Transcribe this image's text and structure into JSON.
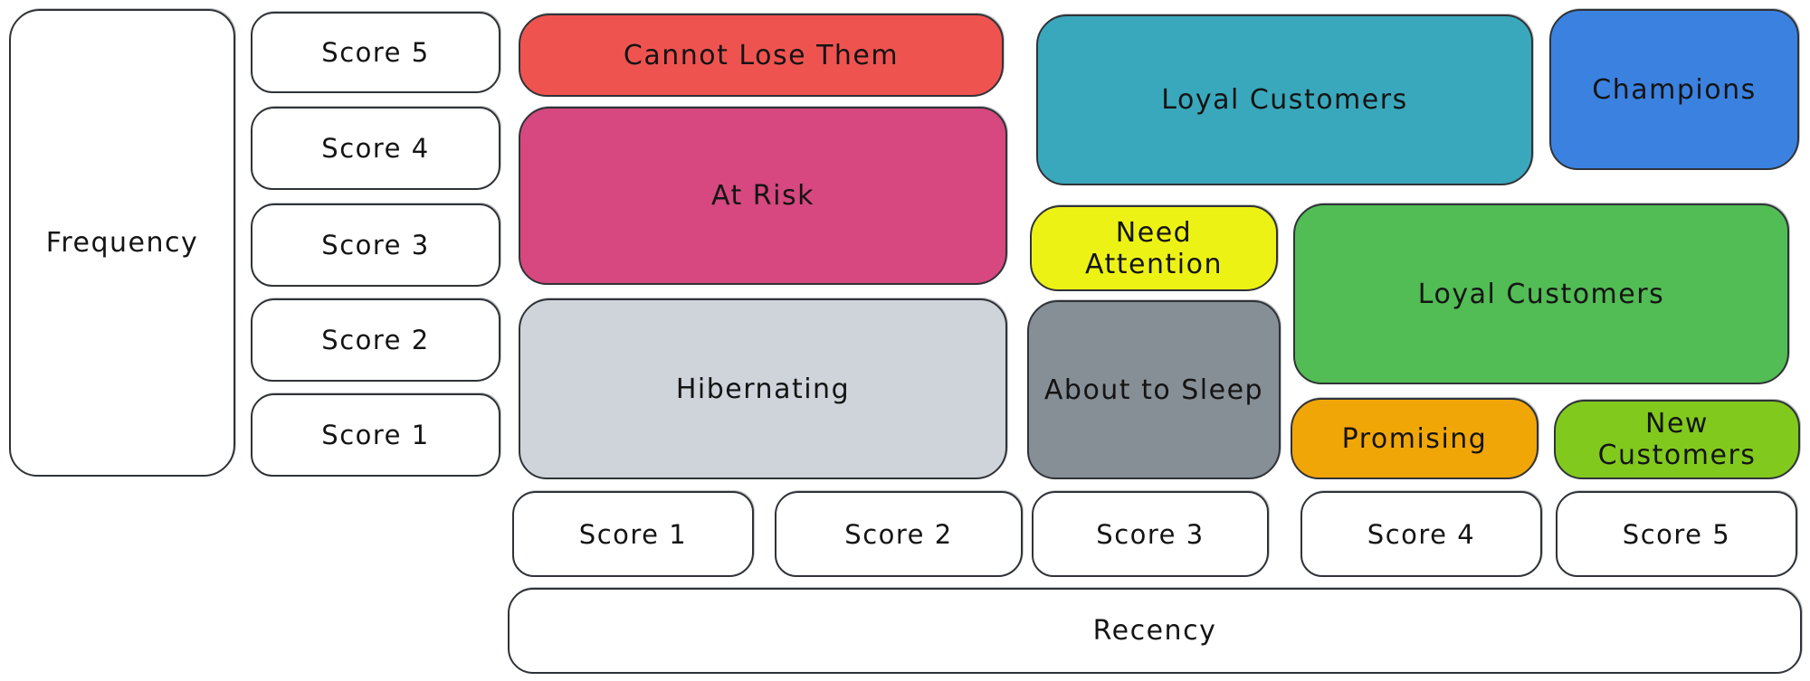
{
  "colors": {
    "background": "#ffffff",
    "ink": "#2f3337",
    "text": "#141414",
    "white_box": "#ffffff"
  },
  "axes": {
    "frequency": {
      "label": "Frequency",
      "scores": [
        "Score 5",
        "Score 4",
        "Score 3",
        "Score 2",
        "Score 1"
      ]
    },
    "recency": {
      "label": "Recency",
      "scores": [
        "Score 1",
        "Score 2",
        "Score 3",
        "Score 4",
        "Score 5"
      ]
    }
  },
  "segments": [
    {
      "label": "Cannot Lose Them",
      "color": "#ef5350"
    },
    {
      "label": "At Risk",
      "color": "#d6487f"
    },
    {
      "label": "Hibernating",
      "color": "#ced4da"
    },
    {
      "label": "Loyal Customers",
      "color": "#3aa8bc"
    },
    {
      "label": "Champions",
      "color": "#3b82e0"
    },
    {
      "label": "Need Attention",
      "color": "#edf215"
    },
    {
      "label": "About to Sleep",
      "color": "#868e96"
    },
    {
      "label": "Loyal Customers",
      "color": "#52bc55"
    },
    {
      "label": "Promising",
      "color": "#f1a607"
    },
    {
      "label": "New Customers",
      "color": "#82c91e"
    }
  ]
}
